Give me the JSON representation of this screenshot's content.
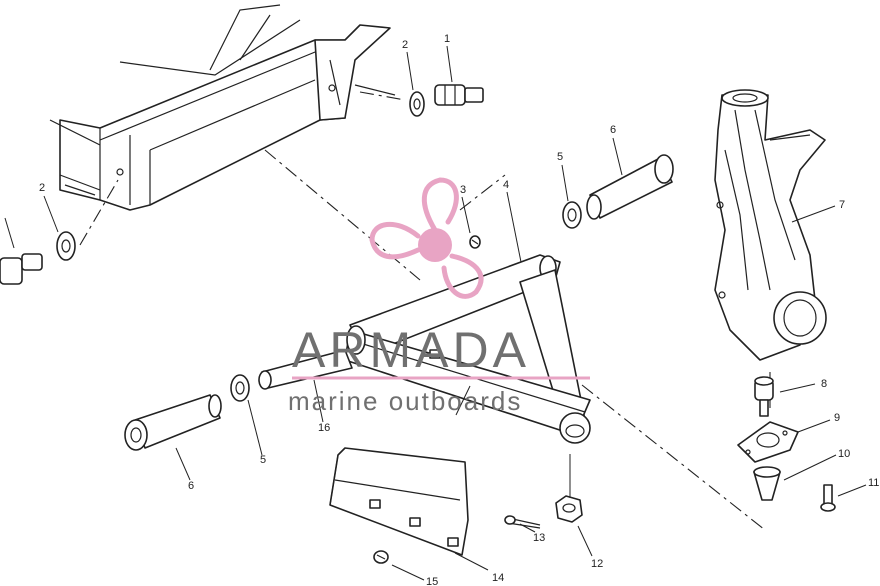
{
  "watermark": {
    "title": "ARMADA",
    "subtitle": "marine outboards",
    "accent_color": "#e8a4c4",
    "text_color": "#707070"
  },
  "callouts": [
    {
      "id": "c1",
      "text": "1"
    },
    {
      "id": "c2a",
      "text": "2"
    },
    {
      "id": "c2b",
      "text": "2"
    },
    {
      "id": "c3",
      "text": "3"
    },
    {
      "id": "c4",
      "text": "4"
    },
    {
      "id": "c5a",
      "text": "5"
    },
    {
      "id": "c5b",
      "text": "5"
    },
    {
      "id": "c6a",
      "text": "6"
    },
    {
      "id": "c6b",
      "text": "6"
    },
    {
      "id": "c7",
      "text": "7"
    },
    {
      "id": "c8",
      "text": "8"
    },
    {
      "id": "c9",
      "text": "9"
    },
    {
      "id": "c10",
      "text": "10"
    },
    {
      "id": "c11",
      "text": "11"
    },
    {
      "id": "c12",
      "text": "12"
    },
    {
      "id": "c13",
      "text": "13"
    },
    {
      "id": "c14",
      "text": "14"
    },
    {
      "id": "c15",
      "text": "15"
    },
    {
      "id": "c16",
      "text": "16"
    }
  ]
}
